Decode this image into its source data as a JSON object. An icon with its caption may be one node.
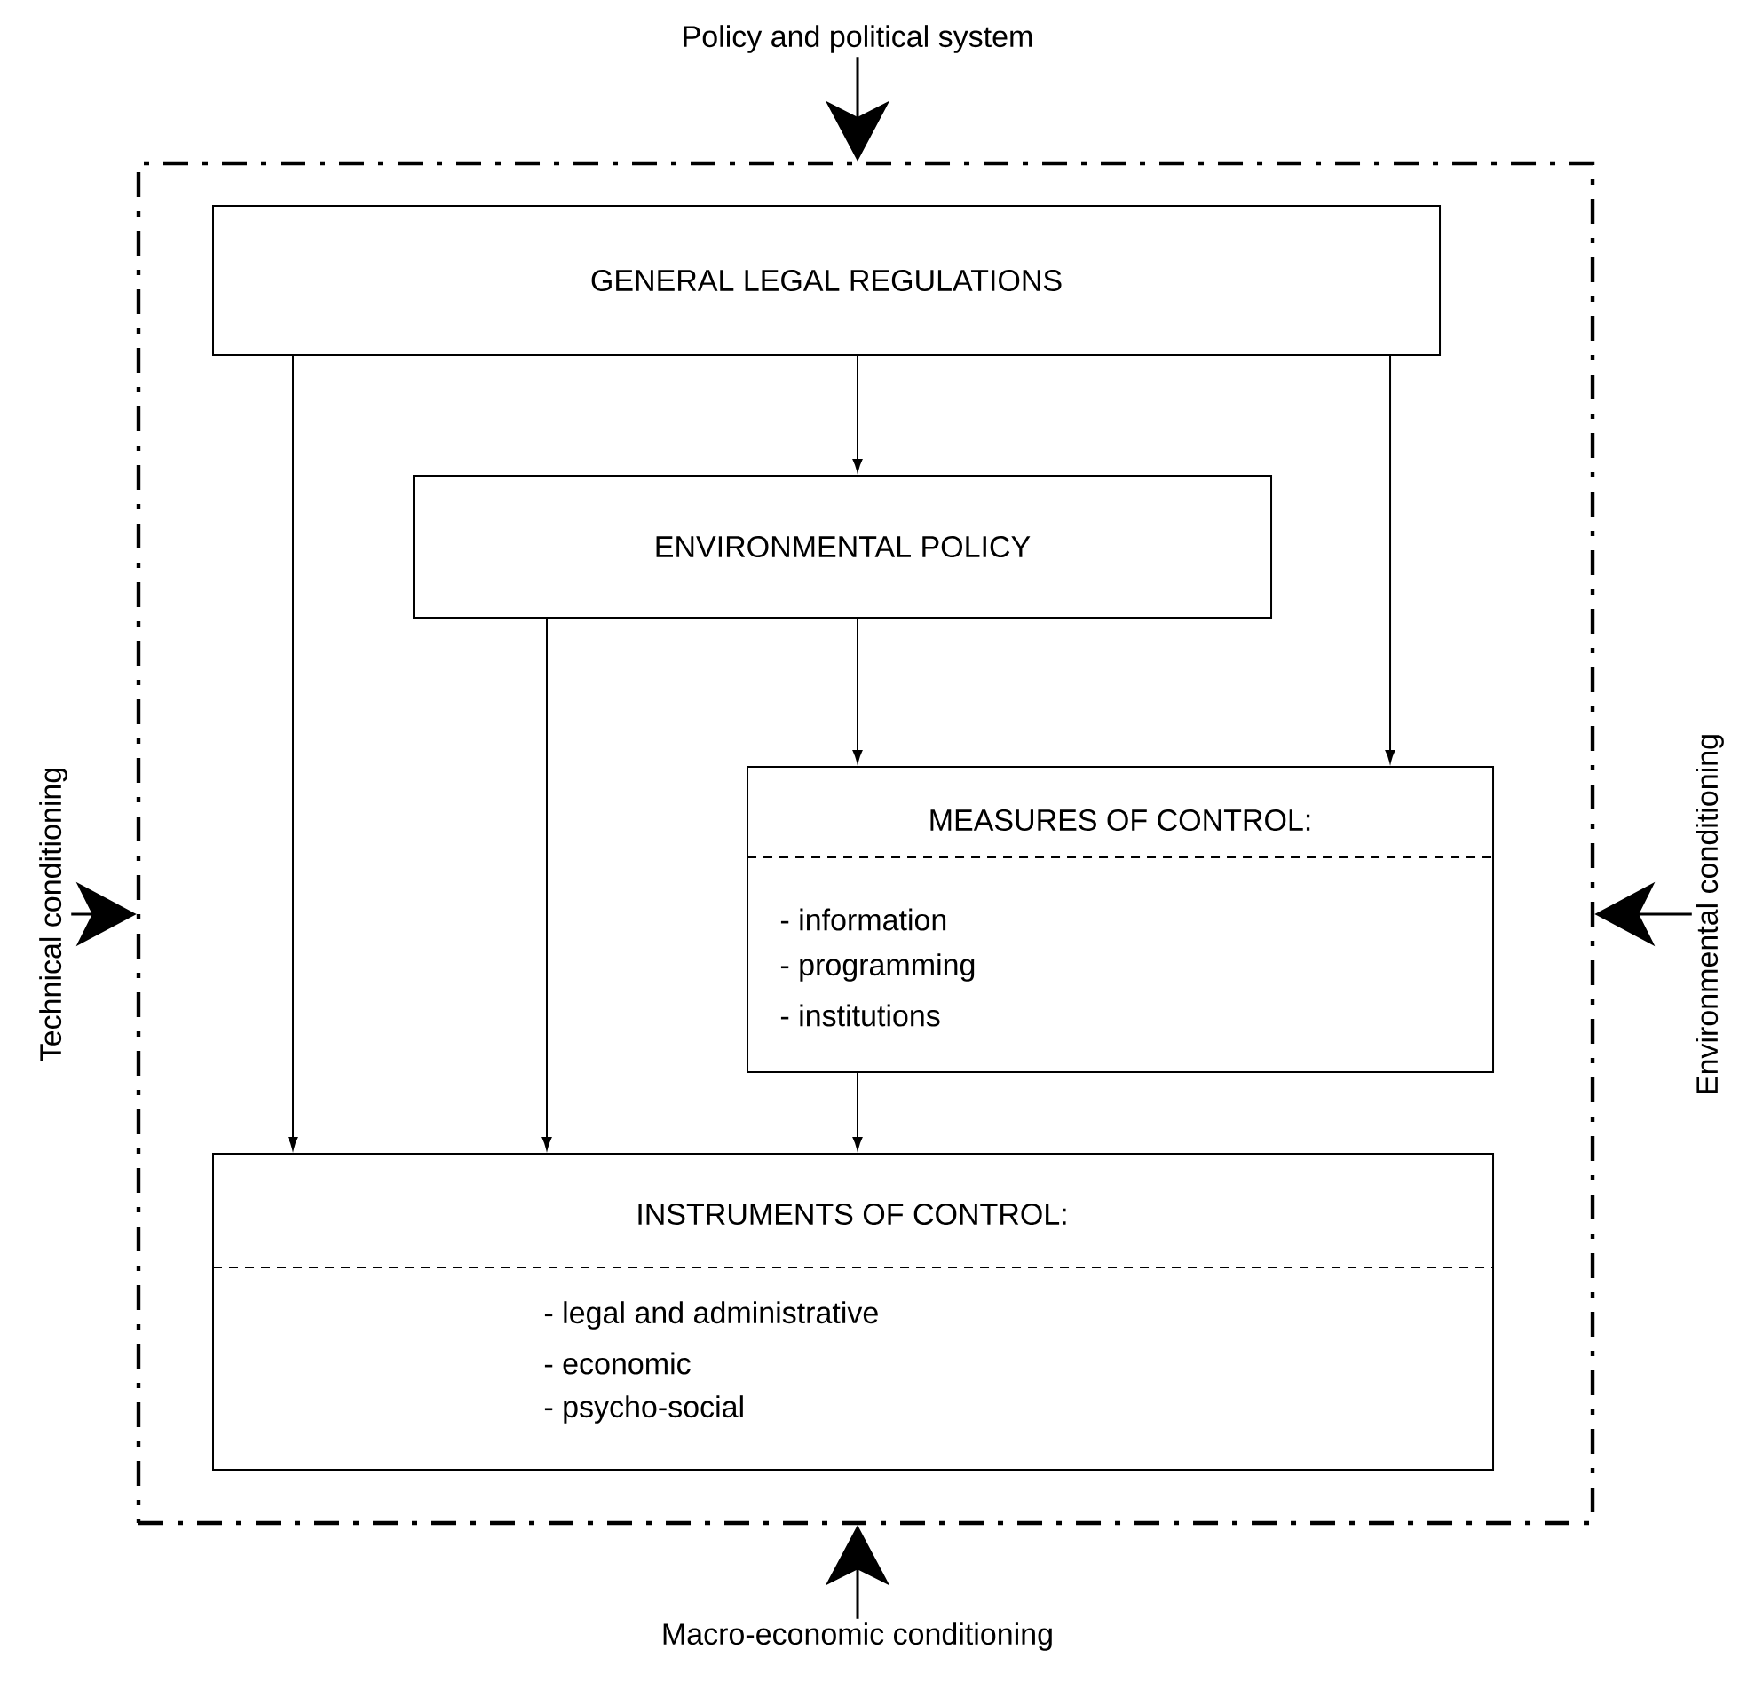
{
  "diagram": {
    "nodes": [
      {
        "text": [
          "Policy and political system"
        ]
      },
      {
        "text": [],
        "shape": "box"
      },
      {
        "text": [
          "GENERAL LEGAL REGULATIONS"
        ],
        "in": 1
      },
      {
        "text": [
          "ENVIRONMENTAL POLICY"
        ],
        "in": 1
      },
      {
        "text": [
          "MEASURES OF CONTROL:",
          "- information",
          "- programming",
          "- institutions"
        ],
        "in": 1
      },
      {
        "text": [
          "INSTRUMENTS OF CONTROL:",
          "- legal and administrative",
          "- economic",
          "- psycho-social"
        ],
        "in": 1
      },
      {
        "text": [
          "Technical conditioning"
        ]
      },
      {
        "text": [
          "Environmental conditioning"
        ]
      },
      {
        "text": [
          "Macro-economic conditioning"
        ]
      }
    ],
    "edges": [
      {
        "from": 0,
        "to": 1,
        "arrow": "to"
      },
      {
        "from": 6,
        "to": 1,
        "arrow": "to"
      },
      {
        "from": 7,
        "to": 1,
        "arrow": "to"
      },
      {
        "from": 8,
        "to": 1,
        "arrow": "to"
      },
      {
        "from": 2,
        "to": 3,
        "arrow": "to"
      },
      {
        "from": 2,
        "to": 5,
        "arrow": "to"
      },
      {
        "from": 2,
        "to": 4,
        "arrow": "to"
      },
      {
        "from": 3,
        "to": 5,
        "arrow": "to"
      },
      {
        "from": 3,
        "to": 4,
        "arrow": "to"
      },
      {
        "from": 4,
        "to": 5,
        "arrow": "to"
      }
    ]
  }
}
